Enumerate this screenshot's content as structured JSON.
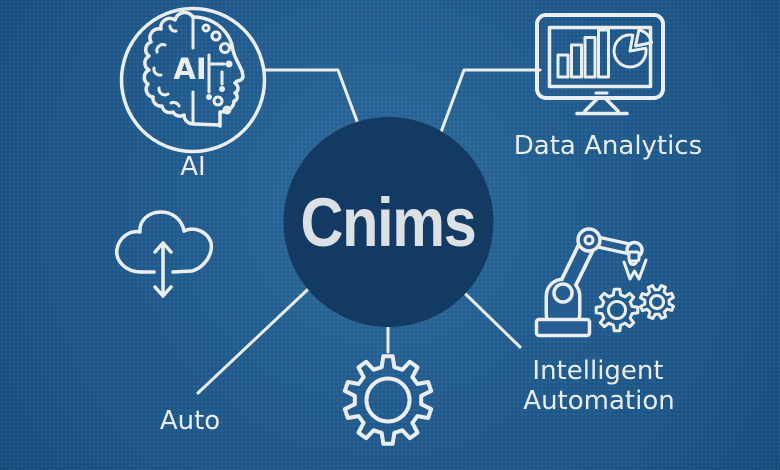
{
  "center": {
    "label": "Cnims"
  },
  "nodes": [
    {
      "id": "ai",
      "label": "AI",
      "icon": "ai-brain-icon",
      "icon_text": "AI"
    },
    {
      "id": "data-analytics",
      "label": "Data Analytics",
      "icon": "analytics-monitor-icon"
    },
    {
      "id": "auto",
      "label": "Auto",
      "icon": "cloud-transfer-icon"
    },
    {
      "id": "automation-gear",
      "label": "",
      "icon": "gear-icon"
    },
    {
      "id": "intelligent-automation",
      "label": "Intelligent Automation",
      "label_lines": [
        "Intelligent",
        "Automation"
      ],
      "icon": "robot-arm-icon"
    }
  ],
  "colors": {
    "background_center": "#2e6b9e",
    "background_edge": "#144d7c",
    "center_circle": "#123a62",
    "line": "#eaeef1",
    "text": "#e9edf0"
  }
}
